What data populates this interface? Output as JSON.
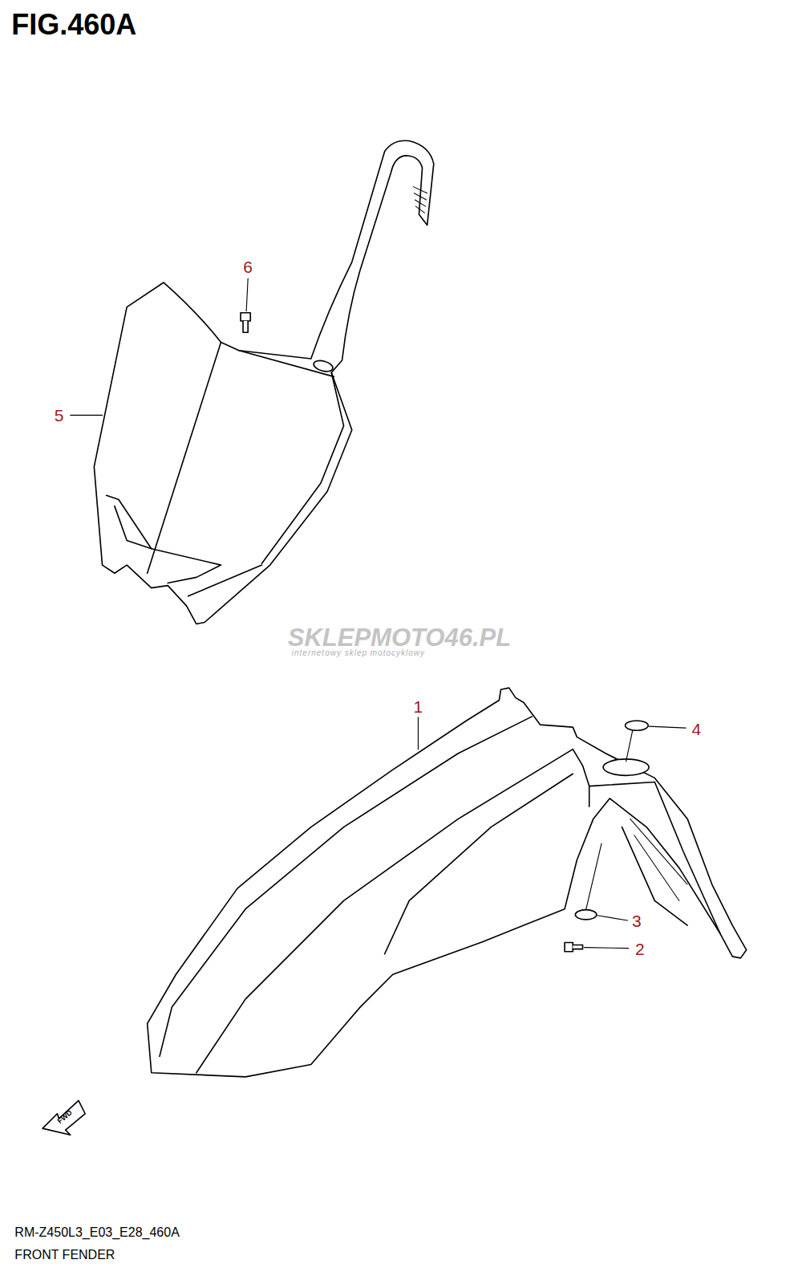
{
  "diagram": {
    "title": "FIG.460A",
    "labels": [
      "6",
      "5",
      "1",
      "4",
      "3",
      "2",
      "SKLEPMOTO46.PL",
      "internetowy sklep motocyklowy",
      "FWD",
      "RM-Z450L3_E03_E28_460A",
      "FRONT FENDER"
    ]
  }
}
